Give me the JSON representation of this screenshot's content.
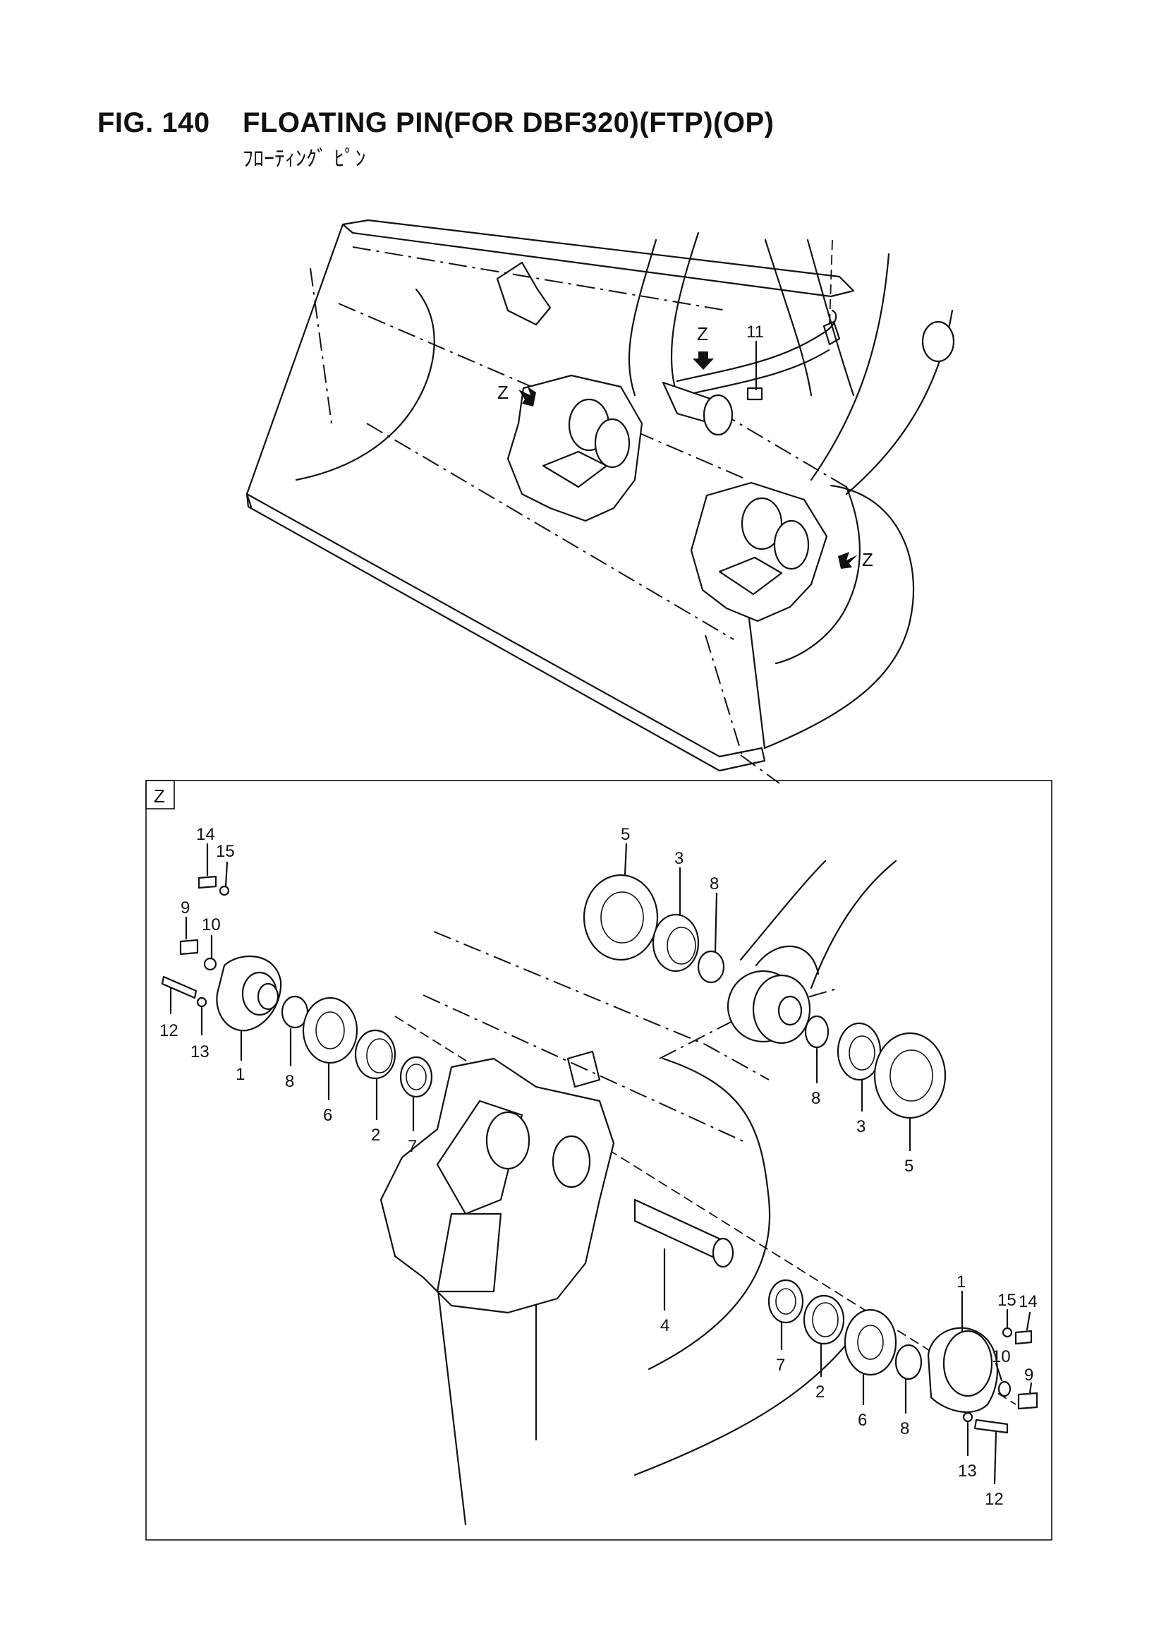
{
  "figure": {
    "number": "FIG. 140",
    "title": "FLOATING PIN(FOR DBF320)(FTP)(OP)",
    "subtitle": "ﾌﾛｰﾃｨﾝｸﾞ ﾋﾟﾝ"
  },
  "overview": {
    "view_markers": [
      "Z",
      "Z",
      "Z"
    ],
    "callouts": [
      "11"
    ]
  },
  "detail": {
    "view_label": "Z",
    "callouts": [
      "14",
      "15",
      "9",
      "10",
      "12",
      "13",
      "1",
      "8",
      "6",
      "2",
      "7",
      "5",
      "3",
      "8",
      "8",
      "3",
      "5",
      "4",
      "7",
      "2",
      "6",
      "8",
      "1",
      "15",
      "14",
      "10",
      "9",
      "13",
      "12"
    ]
  }
}
